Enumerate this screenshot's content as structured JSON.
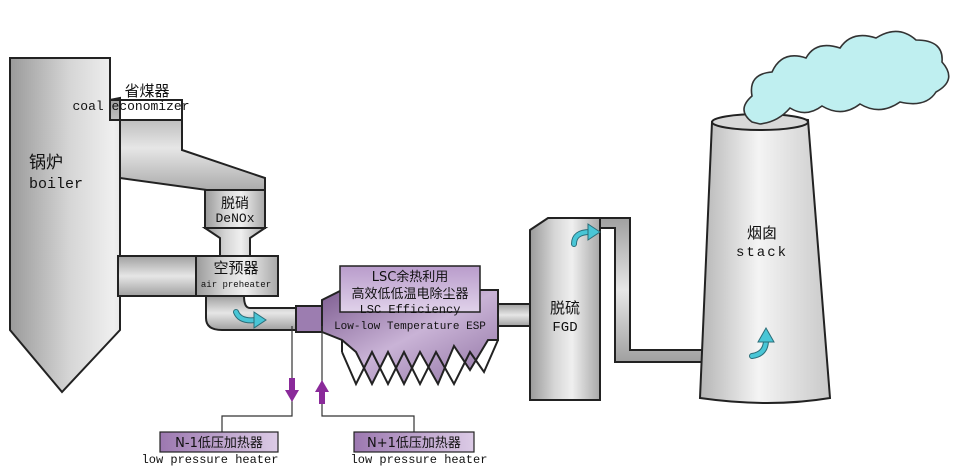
{
  "labels": {
    "economizer_cn": "省煤器",
    "economizer_en": "coal economizer",
    "boiler_cn": "锅炉",
    "boiler_en": "boiler",
    "denox_cn": "脱硝",
    "denox_en": "DeNOx",
    "airpre_cn": "空预器",
    "airpre_en": "air preheater",
    "esp_line1": "LSC余热利用",
    "esp_line2": "高效低低温电除尘器",
    "esp_line3": "LSC Efficiency",
    "esp_line4": "Low-low Temperature ESP",
    "fgd_cn": "脱硫",
    "fgd_en": "FGD",
    "stack_cn": "烟囱",
    "stack_en": "stack",
    "heater_left_cn": "N-1低压加热器",
    "heater_left_en": "low pressure heater",
    "heater_right_cn": "N+1低压加热器",
    "heater_right_en": "low pressure heater"
  },
  "colors": {
    "equipment_fill": "#c8c8c8",
    "outline": "#222222",
    "esp_fill": "#a78bb5",
    "esp_label_fill": "#c4a8d2",
    "heater_label_fill": "#b89cc8",
    "smoke_fill": "#bfeff0",
    "flow_arrow": "#3fbfd0",
    "water_arrow": "#8a2a9a"
  },
  "icons": {
    "flow_arrow": "curved-flow-arrow-icon",
    "water_arrow": "straight-arrow-icon"
  }
}
